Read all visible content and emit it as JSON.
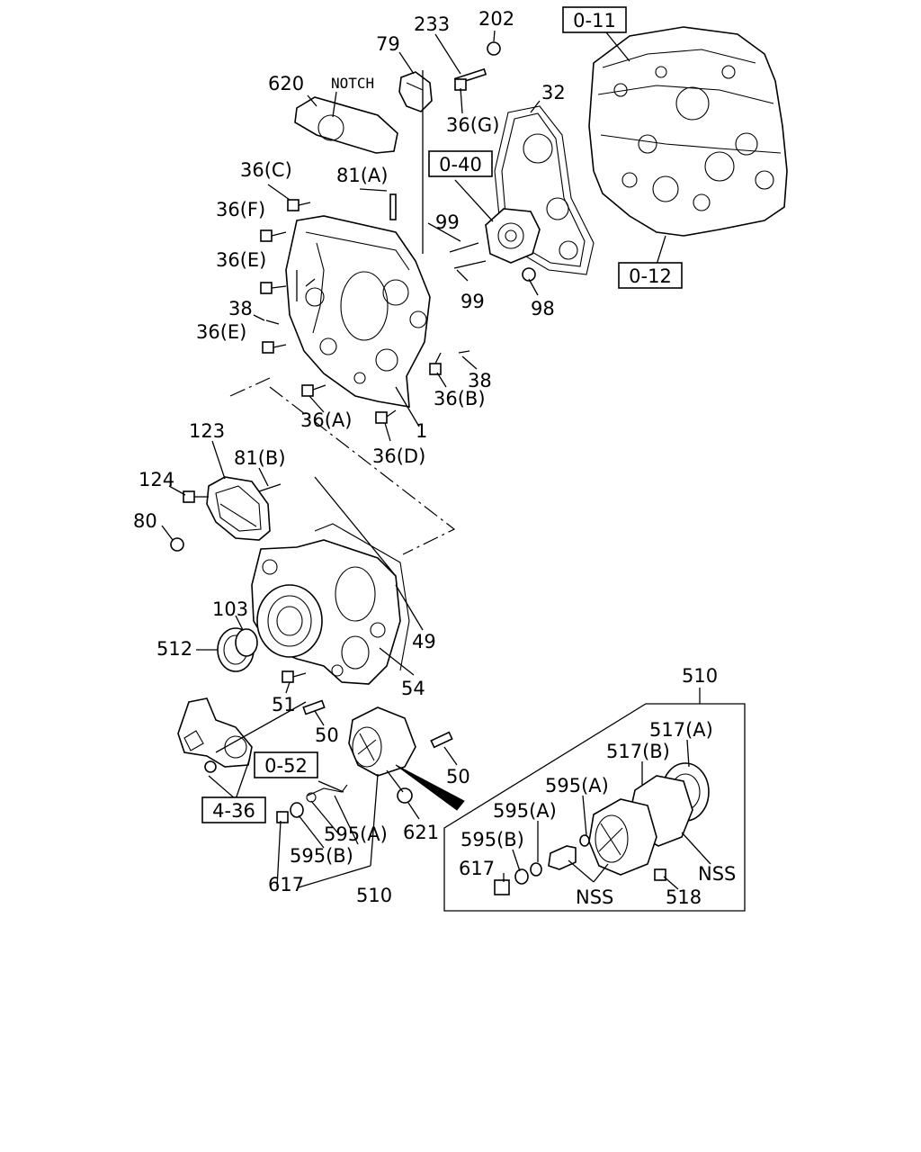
{
  "notch_label": "NOTCH",
  "ref_boxes": [
    "0-11",
    "0-12",
    "0-40",
    "0-52",
    "4-36"
  ],
  "callouts": [
    "233",
    "202",
    "79",
    "620",
    "32",
    "36(G)",
    "36(C)",
    "81(A)",
    "36(F)",
    "99",
    "36(E)",
    "99",
    "98",
    "38",
    "36(E)",
    "38",
    "36(B)",
    "36(A)",
    "1",
    "36(D)",
    "123",
    "81(B)",
    "124",
    "80",
    "103",
    "512",
    "49",
    "54",
    "51",
    "50",
    "50",
    "510",
    "517(A)",
    "517(B)",
    "595(A)",
    "595(A)",
    "595(B)",
    "617",
    "518",
    "NSS",
    "NSS",
    "621",
    "595(A)",
    "595(B)",
    "617",
    "510"
  ]
}
